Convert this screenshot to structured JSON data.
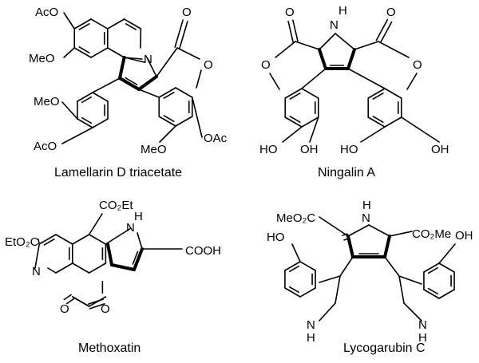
{
  "compounds": [
    {
      "name": "Lamellarin D triacetate",
      "labels": {
        "aco_top": "AcO",
        "meo_top": "MeO",
        "n": "N",
        "o_carbonyl": "O",
        "o_ring": "O",
        "meo_aryl": "MeO",
        "aco_aryl": "AcO",
        "meo_bottom": "MeO",
        "oac": "OAc"
      }
    },
    {
      "name": "Ningalin A",
      "labels": {
        "h": "H",
        "n": "N",
        "o_c_left": "O",
        "o_r_left": "O",
        "o_c_right": "O",
        "o_r_right": "O",
        "ho1": "HO",
        "oh1": "OH",
        "ho2": "HO",
        "oh2": "OH"
      }
    },
    {
      "name": "Methoxatin",
      "labels": {
        "co2et": "CO₂Et",
        "eto2c": "EtO₂C",
        "n": "N",
        "h": "H",
        "nh_n": "N",
        "cooh": "COOH",
        "o1": "O",
        "o2": "O"
      }
    },
    {
      "name": "Lycogarubin C",
      "labels": {
        "meo2c": "MeO₂C",
        "h": "H",
        "n": "N",
        "co2me": "CO₂Me",
        "ho": "HO",
        "oh": "OH",
        "nh_left": "N",
        "h_left": "H",
        "nh_right": "N",
        "h_right": "H"
      }
    }
  ]
}
